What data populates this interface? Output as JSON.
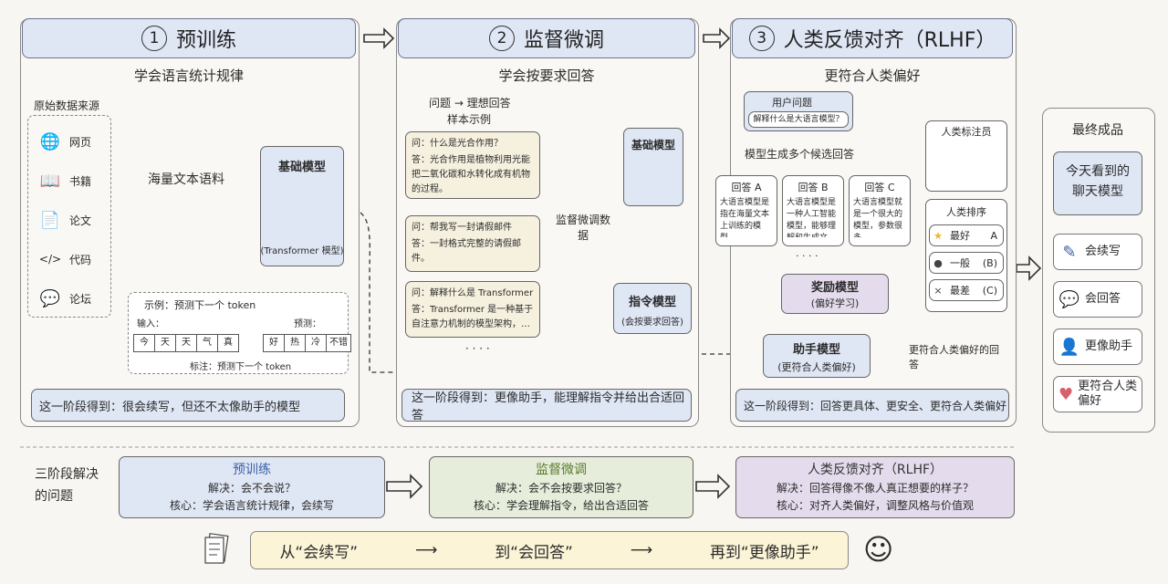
{
  "stages": [
    {
      "num": "1",
      "title": "预训练",
      "subtitle": "学会语言统计规律",
      "result": "这一阶段得到：很会续写，但还不太像助手的模型"
    },
    {
      "num": "2",
      "title": "监督微调",
      "subtitle": "学会按要求回答",
      "result": "这一阶段得到：更像助手，能理解指令并给出合适回答"
    },
    {
      "num": "3",
      "title": "人类反馈对齐（RLHF）",
      "subtitle": "更符合人类偏好",
      "result": "这一阶段得到：回答更具体、更安全、更符合人类偏好"
    }
  ],
  "pretrain": {
    "sources_title": "原始数据来源",
    "sources": [
      {
        "icon": "globe-icon",
        "glyph": "🌐",
        "label": "网页"
      },
      {
        "icon": "book-icon",
        "glyph": "📖",
        "label": "书籍"
      },
      {
        "icon": "paper-icon",
        "glyph": "📄",
        "label": "论文"
      },
      {
        "icon": "code-icon",
        "glyph": "</>",
        "label": "代码"
      },
      {
        "icon": "chat-icon",
        "glyph": "💬",
        "label": "论坛"
      }
    ],
    "corpus": "海量文本语料",
    "base_model": "基础模型",
    "base_model_sub": "(Transformer 模型)",
    "example_title": "示例：预测下一个 token",
    "input_label": "输入：",
    "input_tokens": [
      "今",
      "天",
      "天",
      "气",
      "真"
    ],
    "predict_label": "预测：",
    "predict_tokens": [
      "好",
      "热",
      "冷",
      "不错"
    ],
    "note": "标注：预测下一个 token"
  },
  "sft": {
    "pair_title": "问题 → 理想回答",
    "pair_sub": "样本示例",
    "samples": [
      {
        "q": "问：什么是光合作用？",
        "a": "答：光合作用是植物利用光能把二氧化碳和水转化成有机物的过程。"
      },
      {
        "q": "问：帮我写一封请假邮件",
        "a": "答：一封格式完整的请假邮件。"
      },
      {
        "q": "问：解释什么是 Transformer",
        "a": "答：Transformer 是一种基于自注意力机制的模型架构，…"
      }
    ],
    "ellipsis": "· · · ·",
    "dataset": "监督微调数据",
    "base_model": "基础模型",
    "instruct_model": "指令模型",
    "instruct_sub": "(会按要求回答)"
  },
  "rlhf": {
    "user_q_title": "用户问题",
    "user_q": "解释什么是大语言模型？",
    "gen": "模型生成多个候选回答",
    "answers": [
      {
        "title": "回答 A",
        "text": "大语言模型是指在海量文本上训练的模型…"
      },
      {
        "title": "回答 B",
        "text": "大语言模型是一种人工智能模型，能够理解和生成文本…"
      },
      {
        "title": "回答 C",
        "text": "大语言模型就是一个很大的模型，参数很多…"
      }
    ],
    "dots": "· · · ·",
    "annotator": "人类标注员",
    "ranking_title": "人类排序",
    "ranking": [
      {
        "mark": "★",
        "label": "最好",
        "tag": "A"
      },
      {
        "mark": "●",
        "label": "一般",
        "tag": "(B)"
      },
      {
        "mark": "×",
        "label": "最差",
        "tag": "(C)"
      }
    ],
    "reward": "奖励模型",
    "reward_sub": "(偏好学习)",
    "assistant": "助手模型",
    "assistant_sub": "(更符合人类偏好)",
    "assistant_out": "更符合人类偏好的回答"
  },
  "final": {
    "title": "最终成品",
    "model": "今天看到的聊天模型",
    "items": [
      {
        "icon": "pencil-icon",
        "glyph": "✎",
        "label": "会续写"
      },
      {
        "icon": "speech-icon",
        "glyph": "💬",
        "label": "会回答"
      },
      {
        "icon": "person-icon",
        "glyph": "👤",
        "label": "更像助手"
      },
      {
        "icon": "heart-icon",
        "glyph": "♥",
        "label": "更符合人类偏好"
      }
    ]
  },
  "summary": {
    "label": "三阶段解决的问题",
    "stages": [
      {
        "title": "预训练",
        "solve": "解决：会不会说？",
        "core": "核心：学会语言统计规律，会续写"
      },
      {
        "title": "监督微调",
        "solve": "解决：会不会按要求回答？",
        "core": "核心：学会理解指令，给出合适回答"
      },
      {
        "title": "人类反馈对齐（RLHF）",
        "solve": "解决：回答得像不像人真正想要的样子？",
        "core": "核心：对齐人类偏好，调整风格与价值观"
      }
    ]
  },
  "footer": {
    "p1": "从“会续写”",
    "p2": "到“会回答”",
    "p3": "再到“更像助手”",
    "arrow": "⟶",
    "smile": "☺"
  }
}
